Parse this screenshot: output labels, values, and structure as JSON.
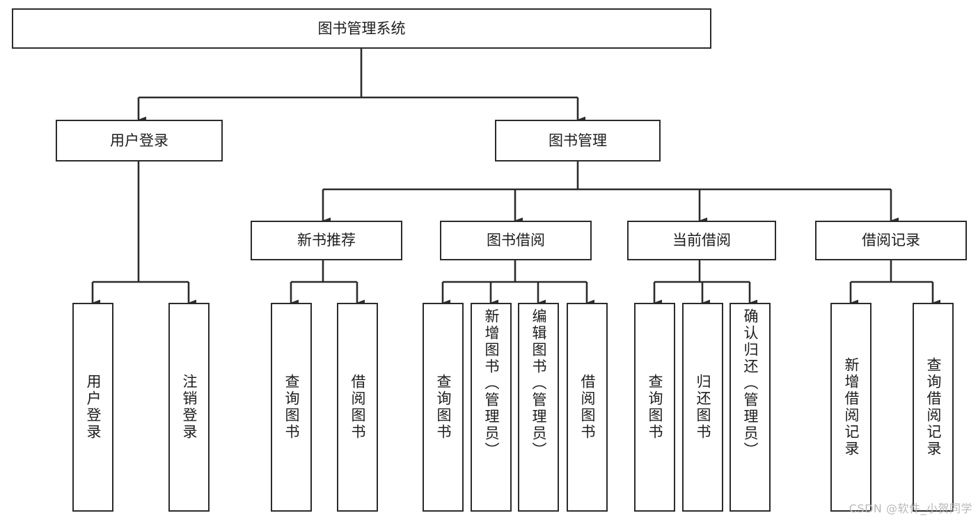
{
  "diagram": {
    "title": "图书管理系统",
    "type": "tree-hierarchy",
    "watermark": "CSDN @软件_小贺同学",
    "colors": {
      "box_border": "#2b2b2b",
      "box_fill": "#ffffff",
      "connector": "#2b2b2b",
      "text": "#1d1d1d",
      "watermark": "#b9b9b9",
      "background": "#ffffff"
    }
  },
  "nodes": {
    "root": {
      "label": "图书管理系统"
    },
    "level1": [
      {
        "id": "user-login",
        "label": "用户登录"
      },
      {
        "id": "book-manage",
        "label": "图书管理"
      }
    ],
    "level2": [
      {
        "id": "new-book-recommend",
        "label": "新书推荐"
      },
      {
        "id": "book-borrow",
        "label": "图书借阅"
      },
      {
        "id": "current-borrow",
        "label": "当前借阅"
      },
      {
        "id": "borrow-record",
        "label": "借阅记录"
      }
    ],
    "leaves": {
      "user_login": [
        {
          "id": "leaf-user-login",
          "label": "用户登录"
        },
        {
          "id": "leaf-logout",
          "label": "注销登录"
        }
      ],
      "new_book_recommend": [
        {
          "id": "leaf-query-book-1",
          "label": "查询图书"
        },
        {
          "id": "leaf-borrow-book-1",
          "label": "借阅图书"
        }
      ],
      "book_borrow": [
        {
          "id": "leaf-query-book-2",
          "label": "查询图书"
        },
        {
          "id": "leaf-add-book",
          "label": "新增图书（管理员）"
        },
        {
          "id": "leaf-edit-book",
          "label": "编辑图书（管理员）"
        },
        {
          "id": "leaf-borrow-book-2",
          "label": "借阅图书"
        }
      ],
      "current_borrow": [
        {
          "id": "leaf-query-book-3",
          "label": "查询图书"
        },
        {
          "id": "leaf-return-book",
          "label": "归还图书"
        },
        {
          "id": "leaf-confirm-return",
          "label": "确认归还（管理员）"
        }
      ],
      "borrow_record": [
        {
          "id": "leaf-add-record",
          "label": "新增借阅记录"
        },
        {
          "id": "leaf-query-record",
          "label": "查询借阅记录"
        }
      ]
    }
  },
  "edges": [
    {
      "from": "图书管理系统",
      "to": "用户登录"
    },
    {
      "from": "图书管理系统",
      "to": "图书管理"
    },
    {
      "from": "用户登录",
      "to": "用户登录"
    },
    {
      "from": "用户登录",
      "to": "注销登录"
    },
    {
      "from": "图书管理",
      "to": "新书推荐"
    },
    {
      "from": "图书管理",
      "to": "图书借阅"
    },
    {
      "from": "图书管理",
      "to": "当前借阅"
    },
    {
      "from": "图书管理",
      "to": "借阅记录"
    },
    {
      "from": "新书推荐",
      "to": "查询图书"
    },
    {
      "from": "新书推荐",
      "to": "借阅图书"
    },
    {
      "from": "图书借阅",
      "to": "查询图书"
    },
    {
      "from": "图书借阅",
      "to": "新增图书（管理员）"
    },
    {
      "from": "图书借阅",
      "to": "编辑图书（管理员）"
    },
    {
      "from": "图书借阅",
      "to": "借阅图书"
    },
    {
      "from": "当前借阅",
      "to": "查询图书"
    },
    {
      "from": "当前借阅",
      "to": "归还图书"
    },
    {
      "from": "当前借阅",
      "to": "确认归还（管理员）"
    },
    {
      "from": "借阅记录",
      "to": "新增借阅记录"
    },
    {
      "from": "借阅记录",
      "to": "查询借阅记录"
    }
  ]
}
